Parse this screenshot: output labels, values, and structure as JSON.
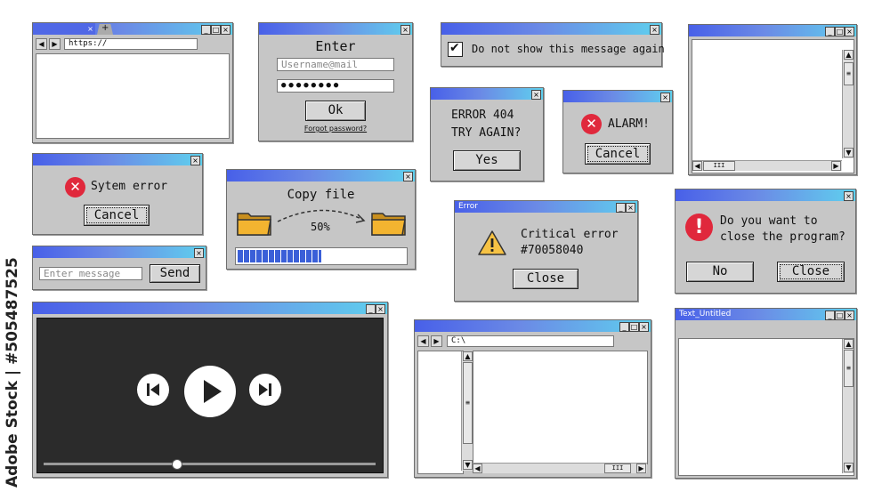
{
  "browser": {
    "tab_close": "×",
    "tab_new": "+",
    "url": "https://"
  },
  "login": {
    "title": "Enter",
    "username_placeholder": "Username@mail",
    "password_dots": "●●●●●●●●",
    "ok_label": "Ok",
    "forgot_label": "Forgot password?"
  },
  "checkbox_dialog": {
    "check_mark": "✔",
    "label": "Do not show this message again"
  },
  "error404": {
    "line1": "ERROR 404",
    "line2": "TRY AGAIN?",
    "yes_label": "Yes"
  },
  "alarm": {
    "label": "ALARM!",
    "cancel_label": "Cancel"
  },
  "system_error": {
    "label": "Sytem error",
    "cancel_label": "Cancel"
  },
  "copy": {
    "title": "Copy file",
    "percent_label": "50%",
    "progress": 0.5
  },
  "critical": {
    "title": "Error",
    "line1": "Critical error",
    "line2": "#70058040",
    "close_label": "Close"
  },
  "quit": {
    "line1": "Do you want to",
    "line2": "close the program?",
    "no_label": "No",
    "close_label": "Close"
  },
  "chat": {
    "placeholder": "Enter message",
    "send_label": "Send"
  },
  "player": {
    "progress": 0.4
  },
  "explorer": {
    "path": "C:\\"
  },
  "text_window": {
    "title": "Text_Untitled"
  },
  "icons": {
    "close": "×",
    "minimize": "_",
    "maximize": "□",
    "back": "◀",
    "forward": "▶",
    "up": "▲",
    "down": "▼",
    "left": "◀",
    "right": "▶",
    "grip": "≡",
    "grip_h": "III"
  },
  "colors": {
    "titlebar_start": "#4860e8",
    "titlebar_end": "#5fd0ee",
    "error_red": "#e0283c",
    "warning_yellow": "#f6c244",
    "folder": "#f3b430",
    "progress": "#3a5fd8"
  },
  "watermark": "Adobe Stock | #505487525"
}
